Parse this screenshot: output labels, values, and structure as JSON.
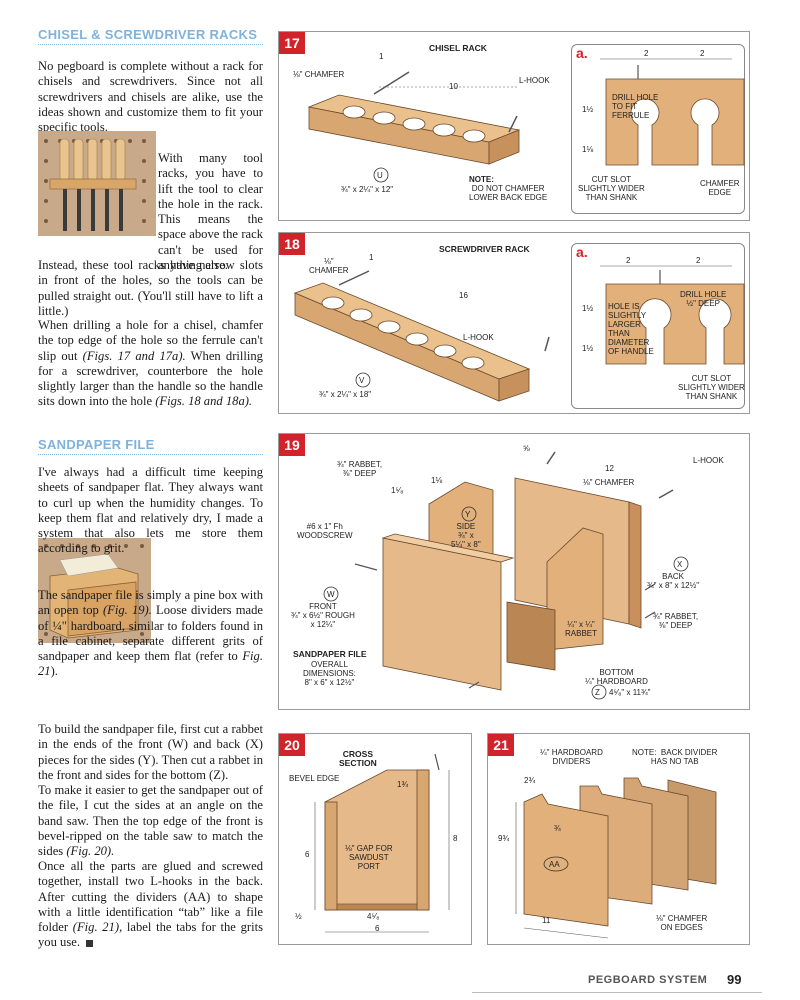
{
  "sections": {
    "chisel": {
      "heading": "CHISEL & SCREWDRIVER RACKS",
      "p1": "No pegboard is complete without a rack for chisels and screwdrivers. Since not all screwdrivers and chisels are alike, use the ideas shown and customize them to fit your specific tools.",
      "p2": "With many tool racks, you have to lift the tool to clear the hole in the rack. This means the space above the rack can't be used for anything else.",
      "p3": "Instead, these tool racks have narrow slots in front of the holes, so the tools can be pulled straight out. (You'll still have to lift a little.)",
      "p4a": "When drilling a hole for a chisel, chamfer the top edge of the hole so the ferrule can't slip out ",
      "p4ref": "(Figs. 17 and 17a).",
      "p4b": " When drilling for a screwdriver, counterbore the hole slightly larger than the handle so the handle sits down into the hole ",
      "p4ref2": "(Figs. 18 and 18a)."
    },
    "sandpaper": {
      "heading": "SANDPAPER FILE",
      "p1": "I've always had a difficult time keeping sheets of sandpaper flat. They always want to curl up when the humidity changes. To keep them flat and relatively dry, I made a system that also lets me store them according to grit.",
      "p2a": "The sandpaper file is simply a pine box with an open top ",
      "p2ref": "(Fig. 19).",
      "p2b": " Loose dividers made of ¼\" hardboard, similar to folders found in a file cabinet, separate different grits of sandpaper and keep them flat (refer to ",
      "p2ref2": "Fig. 21",
      "p2c": ").",
      "p3": "To build the sandpaper file, first cut a rabbet in the ends of the front (W) and back (X) pieces for the sides (Y). Then cut a rabbet in the front and sides for the bottom (Z).",
      "p4a": "To make it easier to get the sandpaper out of the file, I cut the sides at an angle on the band saw. Then the top edge of the front is bevel-ripped on the table saw to match the sides ",
      "p4ref": "(Fig. 20).",
      "p5a": "Once all the parts are glued and screwed together, install two L-hooks in the back. After cutting the dividers (AA) to shape with a little identification “tab” like a file folder ",
      "p5ref": "(Fig. 21)",
      "p5b": ", label the tabs for the grits you use."
    }
  },
  "figures": {
    "f17": {
      "num": "17",
      "title": "CHISEL RACK",
      "chamfer": "⅛\" CHAMFER",
      "len": "10",
      "one": "1",
      "lhook": "L-HOOK",
      "part": "U",
      "dims": "¾\" x 2¼\" x 12\"",
      "note_title": "NOTE:",
      "note": "DO NOT CHAMFER\nLOWER BACK EDGE",
      "a": "a.",
      "a_two1": "2",
      "a_two2": "2",
      "a_drill": "DRILL HOLE\nTO FIT\nFERRULE",
      "a_d1": "1½",
      "a_d2": "1⅛",
      "a_slot": "CUT SLOT\nSLIGHTLY WIDER\nTHAN SHANK",
      "a_chamfer": "CHAMFER\nEDGE"
    },
    "f18": {
      "num": "18",
      "title": "SCREWDRIVER RACK",
      "chamfer": "⅛\"\nCHAMFER",
      "len": "16",
      "one": "1",
      "lhook": "L-HOOK",
      "part": "V",
      "dims": "¾\" x 2¼\" x 18\"",
      "a": "a.",
      "a_two1": "2",
      "a_two2": "2",
      "a_drill": "DRILL HOLE\n½\" DEEP",
      "a_hole": "HOLE IS\nSLIGHTLY\nLARGER\nTHAN\nDIAMETER\nOF HANDLE",
      "a_d1": "1½",
      "a_d2": "1½",
      "a_slot": "CUT SLOT\nSLIGHTLY WIDER\nTHAN SHANK"
    },
    "f19": {
      "num": "19",
      "rabbet_top": "¾\" RABBET,\n⅜\" DEEP",
      "d15": "1⁵⁄₈",
      "d11": "1⅛",
      "d58": "⅝",
      "d12": "12",
      "lhook": "L-HOOK",
      "chamfer": "⅛\" CHAMFER",
      "screw": "#6 x 1\" Fh\nWOODSCREW",
      "side_part": "Y",
      "side": "SIDE\n¾\" x\n5¼\" x 8\"",
      "front_part": "W",
      "front": "FRONT\n¾\" x 6½\" ROUGH\nx 12¼\"",
      "back_part": "X",
      "back": "BACK\n¾\" x 8\" x 12½\"",
      "rabbet_r": "¾\" RABBET,\n⅜\" DEEP",
      "rabbet_small": "¼\" x ¼\"\nRABBET",
      "file_title": "SANDPAPER FILE",
      "file_dims": "OVERALL\nDIMENSIONS:\n8\" x 6\" x 12½\"",
      "bottom": "BOTTOM\n¼\" HARDBOARD",
      "bottom_part": "Z",
      "bottom_dims": "4⁵⁄₈\" x 11¾\""
    },
    "f20": {
      "num": "20",
      "title": "CROSS\nSECTION",
      "bevel": "BEVEL EDGE",
      "d134": "1¾",
      "d6": "6",
      "d8": "8",
      "gap": "⅛\" GAP FOR\nSAWDUST\nPORT",
      "d12": "½",
      "d458": "4⁵⁄₈",
      "d6b": "6"
    },
    "f21": {
      "num": "21",
      "dividers": "¼\" HARDBOARD\nDIVIDERS",
      "note": "NOTE:  BACK DIVIDER\nHAS NO TAB",
      "d234": "2¾",
      "d34": "¾",
      "d934": "9¾",
      "part": "AA",
      "d11": "11",
      "chamfer": "⅛\" CHAMFER\nON EDGES"
    }
  },
  "footer": {
    "section": "PEGBOARD SYSTEM",
    "page": "99"
  },
  "colors": {
    "heading": "#7fb3dc",
    "fignum": "#d1232a",
    "wood": "#e6b98a",
    "wood_dark": "#c98f5c"
  }
}
